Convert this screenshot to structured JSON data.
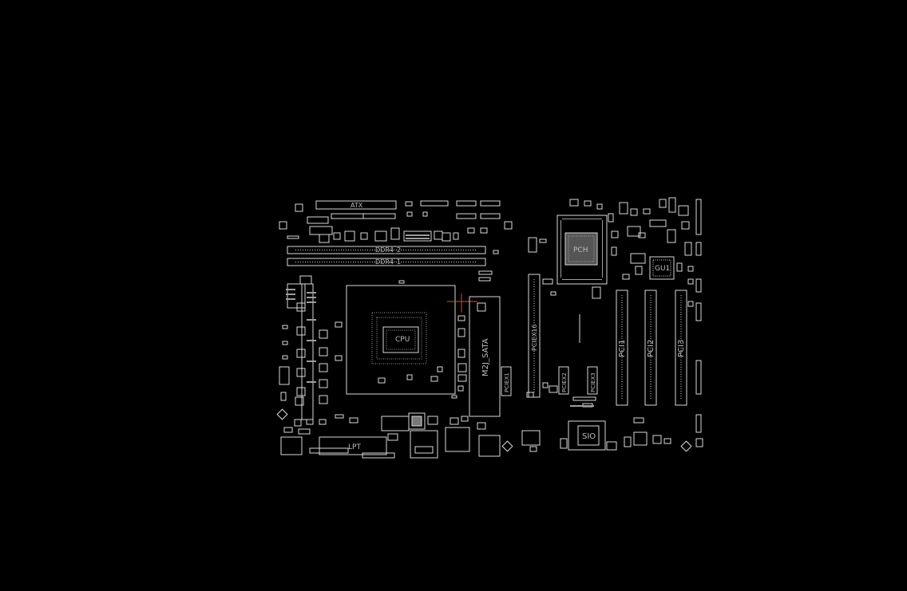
{
  "colors": {
    "background": "#000000",
    "outline": "#d9d9d9",
    "label": "#bdbdbd"
  },
  "components": {
    "atx": "ATX",
    "ddr4_2": "DDR4_2",
    "ddr4_1": "DDR4_1",
    "cpu": "CPU",
    "pch": "PCH",
    "gu1": "GU1",
    "m2_sata": "M2J_SATA",
    "pcie_x16": "PCIEX16",
    "pcie_x1_a": "PCIEX1",
    "pcie_x1_b": "PCIEX2",
    "pcie_x1_c": "PCIEX3",
    "pci1": "PCI1",
    "pci2": "PCI2",
    "pci3": "PCI3",
    "sio": "SIO",
    "lpt": "LPT"
  }
}
